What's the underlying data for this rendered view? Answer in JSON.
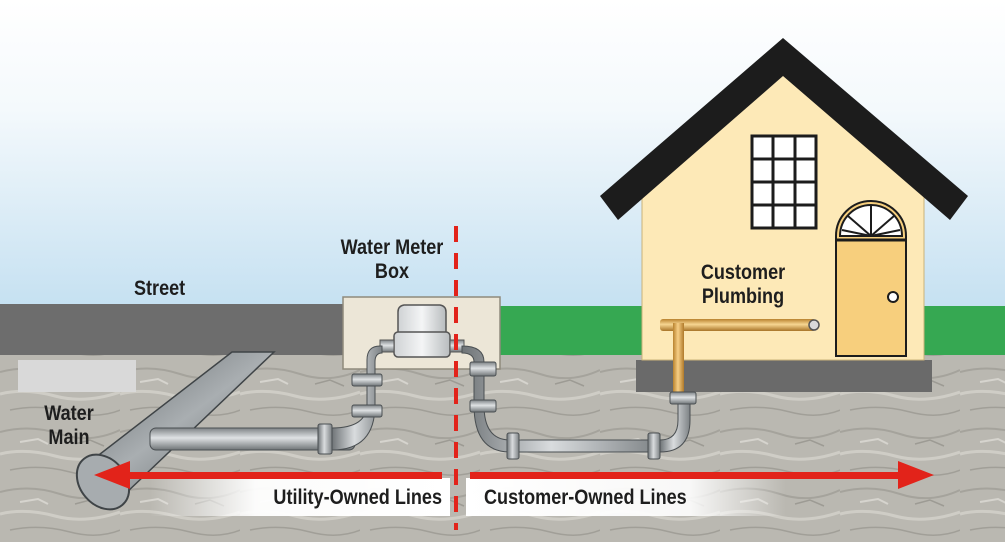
{
  "labels": {
    "street": "Street",
    "water_main": "Water Main",
    "water_meter_box": "Water Meter Box",
    "customer_plumbing": "Customer Plumbing",
    "utility_owned_lines": "Utility-Owned Lines",
    "customer_owned_lines": "Customer-Owned Lines"
  },
  "colors": {
    "sky_top": "#ffffff",
    "sky_bottom": "#c9e3f2",
    "street": "#6b6b6b",
    "grass": "#34a853",
    "soil": "#b9b7b0",
    "house_wall": "#fde8b4",
    "roof": "#1d1d1d",
    "door": "#f8cf7c",
    "pipe": "#9ea3a6",
    "house_pipe": "#e8b45c",
    "arrow": "#e2231a",
    "divider": "#e2231a"
  }
}
